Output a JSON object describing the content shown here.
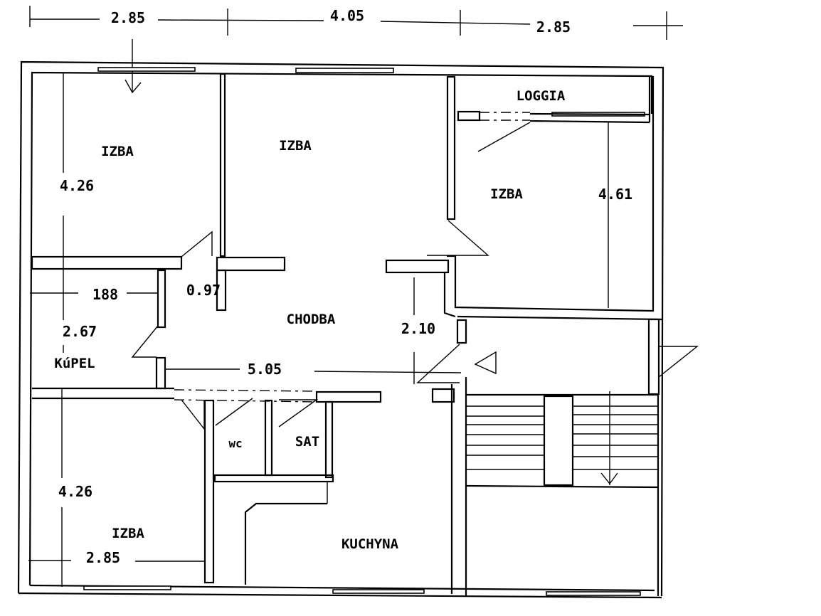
{
  "rooms": {
    "izba_top_left": "IZBA",
    "izba_top_middle": "IZBA",
    "loggia": "LOGGIA",
    "izba_right": "IZBA",
    "chodba": "CHODBA",
    "kupel": "KúPEL",
    "wc": "wc",
    "sat": "SAT",
    "izba_bottom_left": "IZBA",
    "kuchyna": "KUCHYNA"
  },
  "dimensions": {
    "top_left_width": "2.85",
    "top_middle_width": "4.05",
    "top_right_width": "2.85",
    "izba_top_left_height": "4.26",
    "izba_right_height": "4.61",
    "kupel_width": "188",
    "door_width": "0.97",
    "kupel_height": "2.67",
    "chodba_height": "2.10",
    "chodba_length": "5.05",
    "izba_bottom_left_height": "4.26",
    "izba_bottom_left_width": "2.85"
  }
}
